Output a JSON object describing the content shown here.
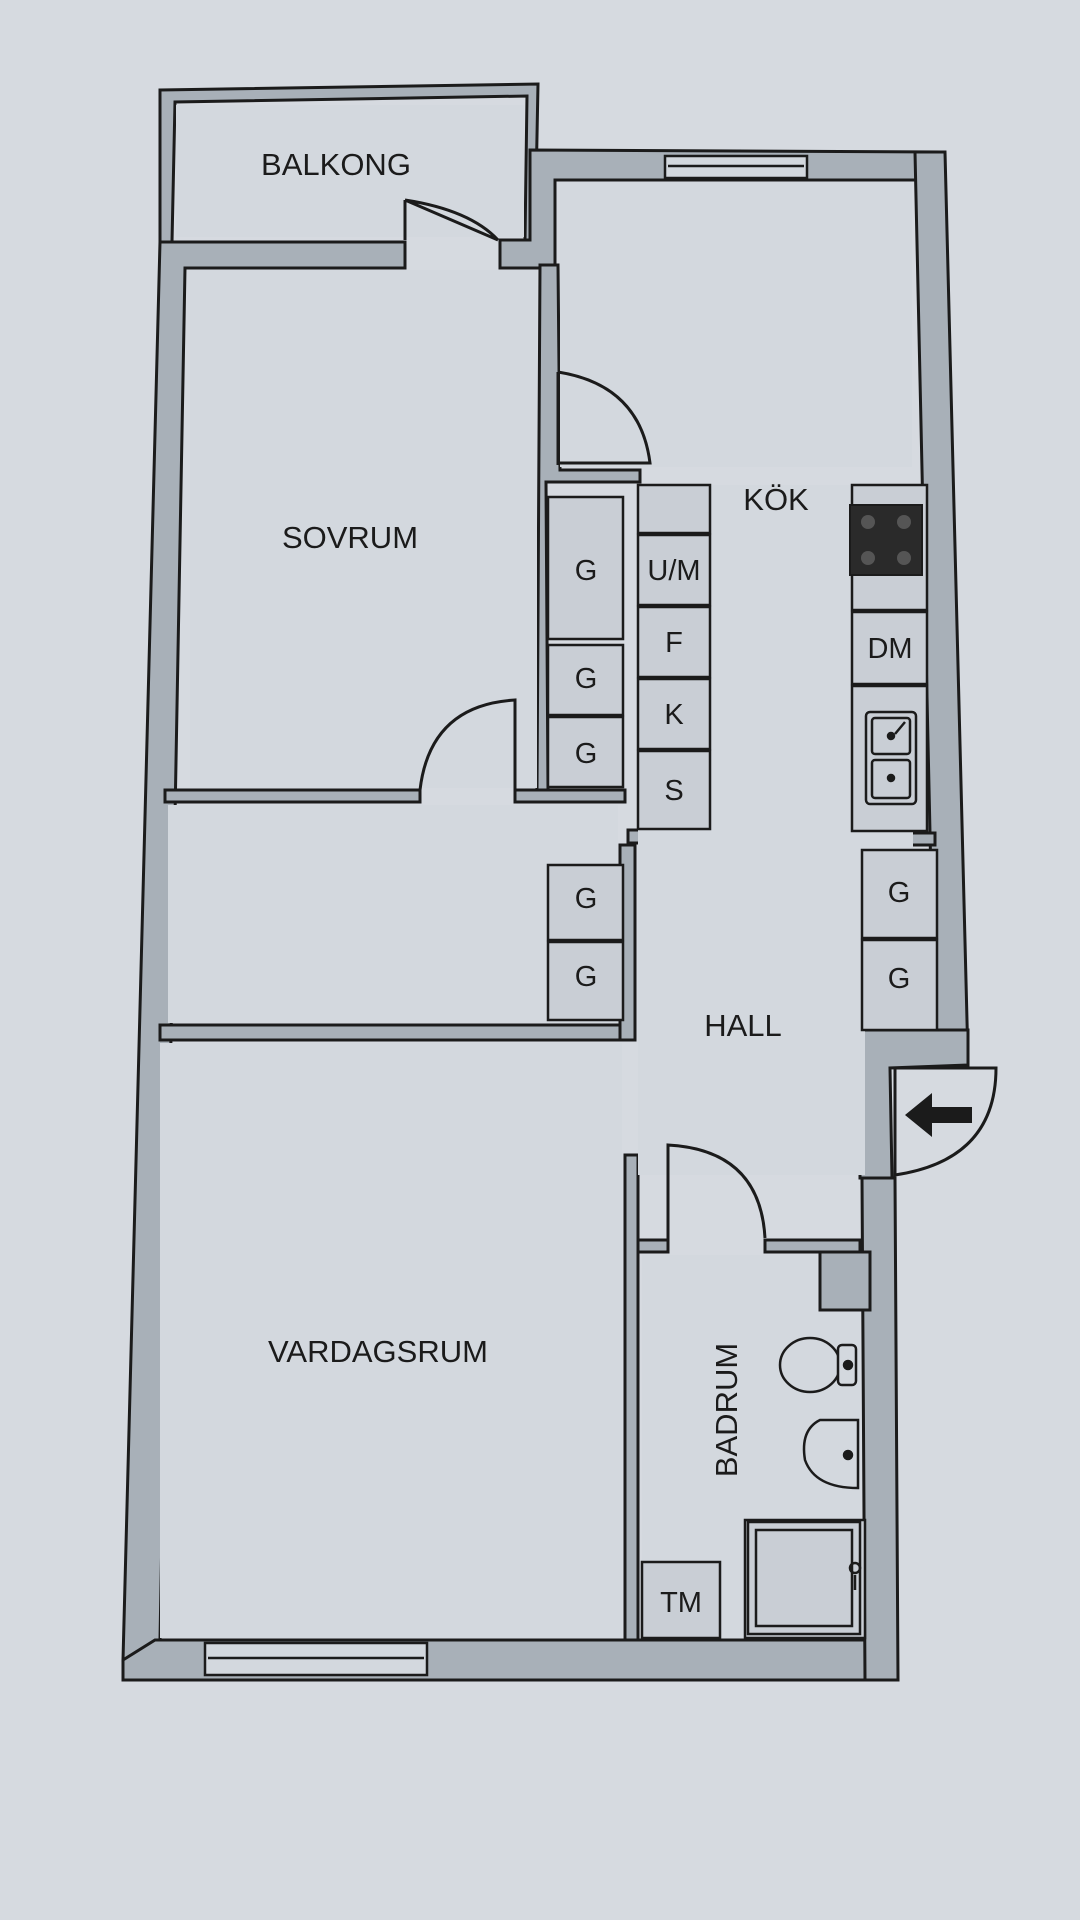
{
  "rooms": {
    "balkong": "BALKONG",
    "sovrum": "SOVRUM",
    "kok": "KÖK",
    "hall": "HALL",
    "vardagsrum": "VARDAGSRUM",
    "badrum": "BADRUM"
  },
  "fixtures": {
    "wardrobe": "G",
    "um": "U/M",
    "f": "F",
    "k": "K",
    "s": "S",
    "dm": "DM",
    "tm": "TM"
  },
  "colors": {
    "paper": "#d6dae0",
    "wall_fill": "#a8b0b8",
    "line": "#1b1b1b",
    "room": "#d3d8de"
  }
}
